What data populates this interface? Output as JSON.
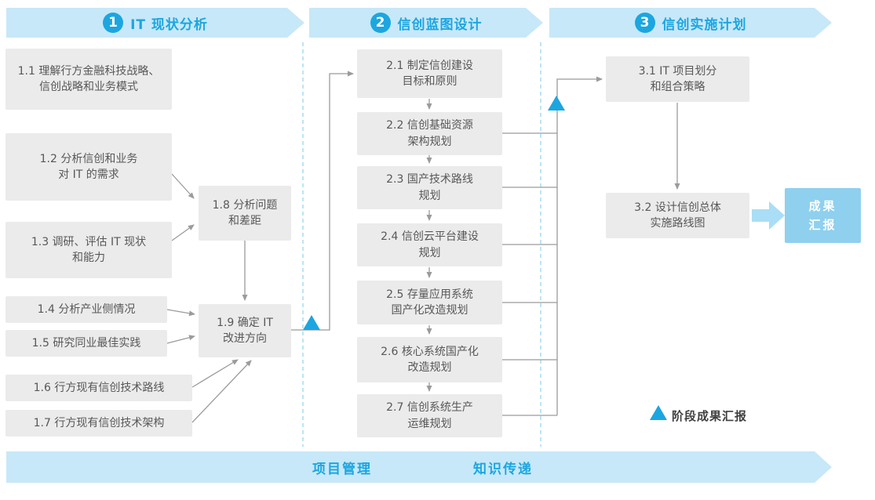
{
  "phases": [
    {
      "number": "1",
      "title": "IT 现状分析"
    },
    {
      "number": "2",
      "title": "信创蓝图设计"
    },
    {
      "number": "3",
      "title": "信创实施计划"
    }
  ],
  "boxes": {
    "b1_1": "1.1 理解行方金融科技战略、\n信创战略和业务模式",
    "b1_2": "1.2 分析信创和业务\n对 IT 的需求",
    "b1_3": "1.3 调研、评估 IT 现状\n和能力",
    "b1_4": "1.4 分析产业侧情况",
    "b1_5": "1.5 研究同业最佳实践",
    "b1_6": "1.6 行方现有信创技术路线",
    "b1_7": "1.7 行方现有信创技术架构",
    "b1_8": "1.8 分析问题\n和差距",
    "b1_9": "1.9 确定 IT\n改进方向",
    "b2_1": "2.1 制定信创建设\n目标和原则",
    "b2_2": "2.2 信创基础资源\n架构规划",
    "b2_3": "2.3 国产技术路线\n规划",
    "b2_4": "2.4 信创云平台建设\n规划",
    "b2_5": "2.5 存量应用系统\n国产化改造规划",
    "b2_6": "2.6 核心系统国产化\n改造规划",
    "b2_7": "2.7 信创系统生产\n运维规划",
    "b3_1": "3.1 IT 项目划分\n和组合策略",
    "b3_2": "3.2 设计信创总体\n实施路线图",
    "result": "成果\n汇报"
  },
  "footer": {
    "left_label": "项目管理",
    "right_label": "知识传递"
  },
  "legend": {
    "label": "阶段成果汇报"
  },
  "colors": {
    "accent_blue": "#1ca6e0",
    "banner_bg": "#c7e8f8",
    "box_bg": "#ebebeb",
    "result_bg": "#8fd0ee",
    "connector_gray": "#9b9b9b"
  }
}
